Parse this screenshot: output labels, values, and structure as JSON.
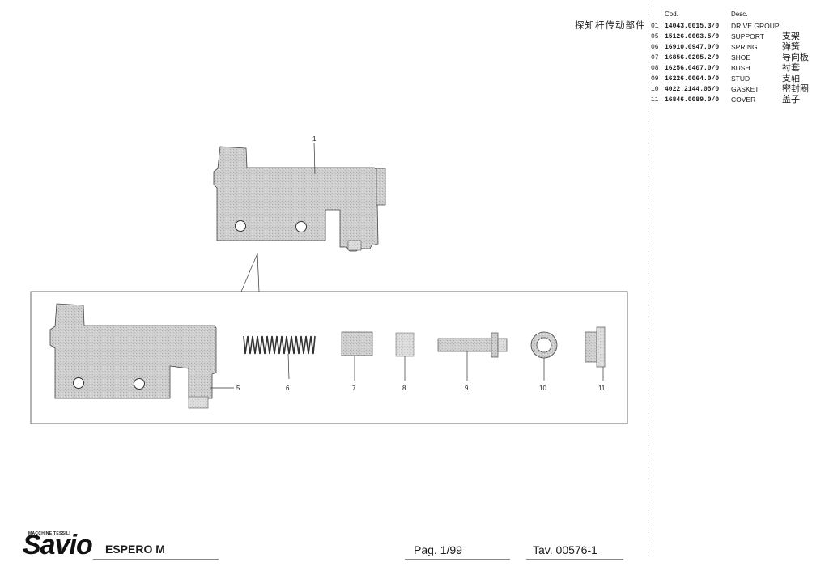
{
  "header": {
    "group_title": "探知杆传动部件",
    "col_code": "Cod.",
    "col_desc": "Desc."
  },
  "parts": [
    {
      "pos": "01",
      "code": "14043.0015.3/0",
      "desc": "DRIVE GROUP",
      "cn": ""
    },
    {
      "pos": "05",
      "code": "15126.0003.5/0",
      "desc": "SUPPORT",
      "cn": "支架"
    },
    {
      "pos": "06",
      "code": "16910.0947.0/0",
      "desc": "SPRING",
      "cn": "弹簧"
    },
    {
      "pos": "07",
      "code": "16856.0205.2/0",
      "desc": "SHOE",
      "cn": "导向板"
    },
    {
      "pos": "08",
      "code": "16256.0407.0/0",
      "desc": "BUSH",
      "cn": "衬套"
    },
    {
      "pos": "09",
      "code": "16226.0064.0/0",
      "desc": "STUD",
      "cn": "支轴"
    },
    {
      "pos": "10",
      "code": "4022.2144.05/0",
      "desc": "GASKET",
      "cn": "密封圈"
    },
    {
      "pos": "11",
      "code": "16846.0089.0/0",
      "desc": "COVER",
      "cn": "盖子"
    }
  ],
  "callouts": {
    "assembly": "1",
    "support": "5",
    "spring": "6",
    "shoe": "7",
    "bush": "8",
    "stud": "9",
    "gasket": "10",
    "cover": "11"
  },
  "footer": {
    "brand": "Savio",
    "brand_sub": "MACCHINE TESSILI",
    "model": "ESPERO M",
    "page": "Pag. 1/99",
    "tav": "Tav. 00576-1"
  }
}
